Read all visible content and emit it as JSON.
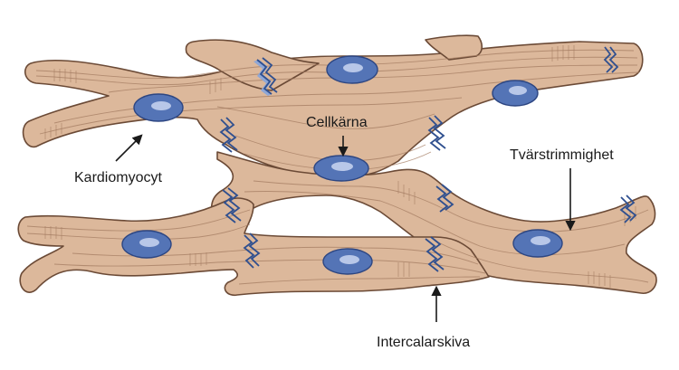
{
  "labels": {
    "cardiomyocyte": "Kardiomyocyt",
    "nucleus": "Cellkärna",
    "striation": "Tvärstrimmighet",
    "intercalated_disc": "Intercalarskiva"
  },
  "colors": {
    "cell_fill": "#dcb89b",
    "cell_outline": "#6b4a36",
    "striation": "#a47c62",
    "nucleus": "#5474b6",
    "disc": "#2f4f8f"
  }
}
